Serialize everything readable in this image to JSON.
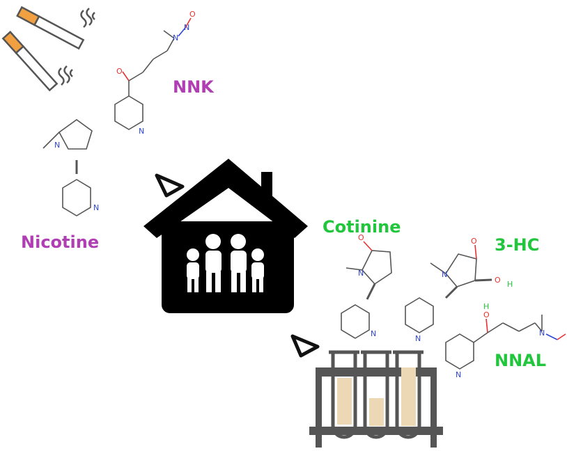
{
  "labels": {
    "nnk": "NNK",
    "nicotine": "Nicotine",
    "cotinine": "Cotinine",
    "hc3": "3-HC",
    "nnal": "NNAL"
  },
  "atoms": {
    "nitrogen": "N",
    "oxygen": "O",
    "hydrogen": "H"
  },
  "colors": {
    "tobacco_compound": "#b13fb4",
    "metabolite": "#22c63c",
    "nitrogen_atom": "#2f45d6",
    "oxygen_atom": "#e63232",
    "bond": "#555555",
    "house": "#000000",
    "cigarette_filter": "#f0a040",
    "tube_fluid": "#ecd8b5",
    "rack": "#555555"
  }
}
